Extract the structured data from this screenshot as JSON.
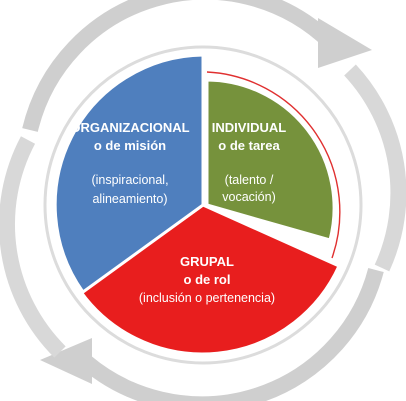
{
  "diagram": {
    "colors": {
      "organizacional": "#4f7fbe",
      "individual": "#76923c",
      "grupal": "#e81e1e",
      "ring": "#cfcfcf",
      "ring_shade": "#a7a7a7",
      "inner_ring": "#d6d6d6"
    },
    "segments": {
      "organizacional": {
        "title": "ORGANIZACIONAL",
        "subtitle": "o de misión",
        "note_line1": "(inspiracional,",
        "note_line2": "alineamiento)"
      },
      "individual": {
        "title": "INDIVIDUAL",
        "subtitle": "o de tarea",
        "note_line1": "(talento /",
        "note_line2": "vocación)"
      },
      "grupal": {
        "title": "GRUPAL",
        "subtitle": "o de rol",
        "note_line1": "(inclusión o pertenencia)"
      }
    },
    "ring_arrows": [
      "arrow-top",
      "arrow-bottom"
    ]
  }
}
